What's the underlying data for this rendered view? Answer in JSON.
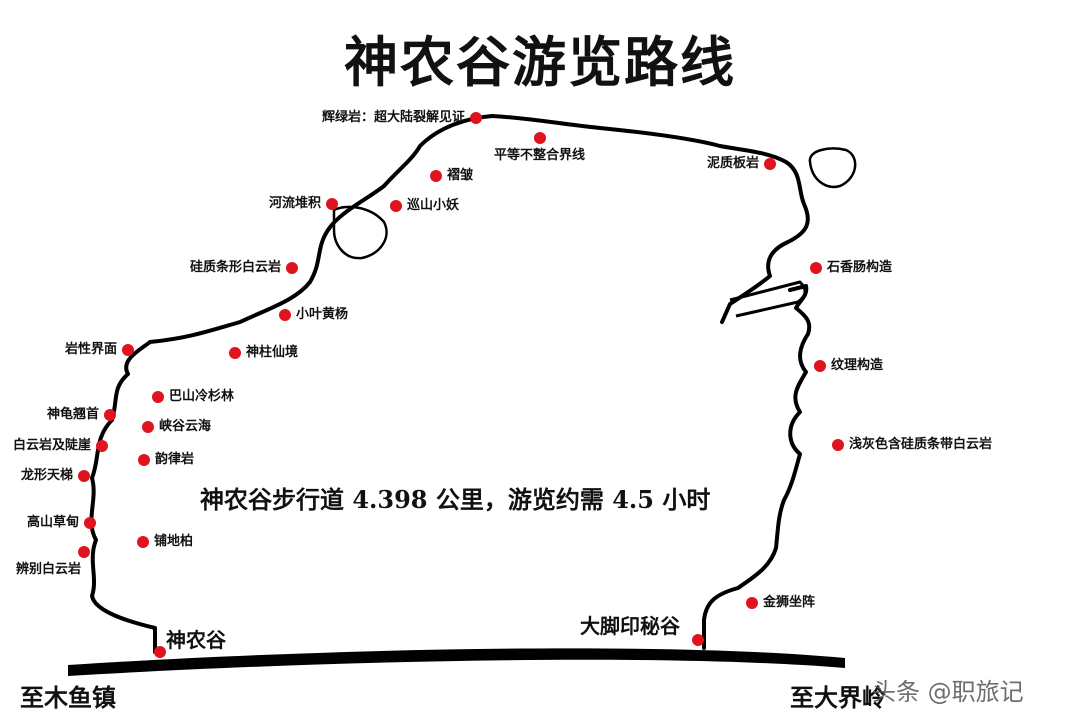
{
  "title": "神农谷游览路线",
  "summary": "神农谷步行道 4.398 公里，游览约需 4.5 小时",
  "entrances": {
    "start": "神农谷",
    "end": "大脚印秘谷"
  },
  "directions": {
    "left": "至木鱼镇",
    "right": "至大界岭"
  },
  "watermark": "头条 @职旅记",
  "colors": {
    "marker": "#e0141e",
    "line": "#000000"
  },
  "points": [
    {
      "id": "hui-lv-yan",
      "label": "辉绿岩：超大陆裂解见证"
    },
    {
      "id": "ping-deng",
      "label": "平等不整合界线"
    },
    {
      "id": "ni-zhi",
      "label": "泥质板岩"
    },
    {
      "id": "zhe-zhou",
      "label": "褶皱"
    },
    {
      "id": "he-liu",
      "label": "河流堆积"
    },
    {
      "id": "xun-shan",
      "label": "巡山小妖"
    },
    {
      "id": "gui-zhi",
      "label": "硅质条形白云岩"
    },
    {
      "id": "shi-xiang",
      "label": "石香肠构造"
    },
    {
      "id": "xiao-ye",
      "label": "小叶黄杨"
    },
    {
      "id": "yan-xing",
      "label": "岩性界面"
    },
    {
      "id": "shen-zhu",
      "label": "神柱仙境"
    },
    {
      "id": "wen-li",
      "label": "纹理构造"
    },
    {
      "id": "ba-shan",
      "label": "巴山冷杉林"
    },
    {
      "id": "shen-gui",
      "label": "神龟翘首"
    },
    {
      "id": "xia-gu",
      "label": "峡谷云海"
    },
    {
      "id": "bai-yun-yan",
      "label": "白云岩及陡崖"
    },
    {
      "id": "qian-hui",
      "label": "浅灰色含硅质条带白云岩"
    },
    {
      "id": "yun-lv",
      "label": "韵律岩"
    },
    {
      "id": "long-xing",
      "label": "龙形天梯"
    },
    {
      "id": "gao-shan",
      "label": "高山草甸"
    },
    {
      "id": "pu-di",
      "label": "铺地柏"
    },
    {
      "id": "bian-bie",
      "label": "辨别白云岩"
    },
    {
      "id": "jin-shi",
      "label": "金狮坐阵"
    }
  ]
}
